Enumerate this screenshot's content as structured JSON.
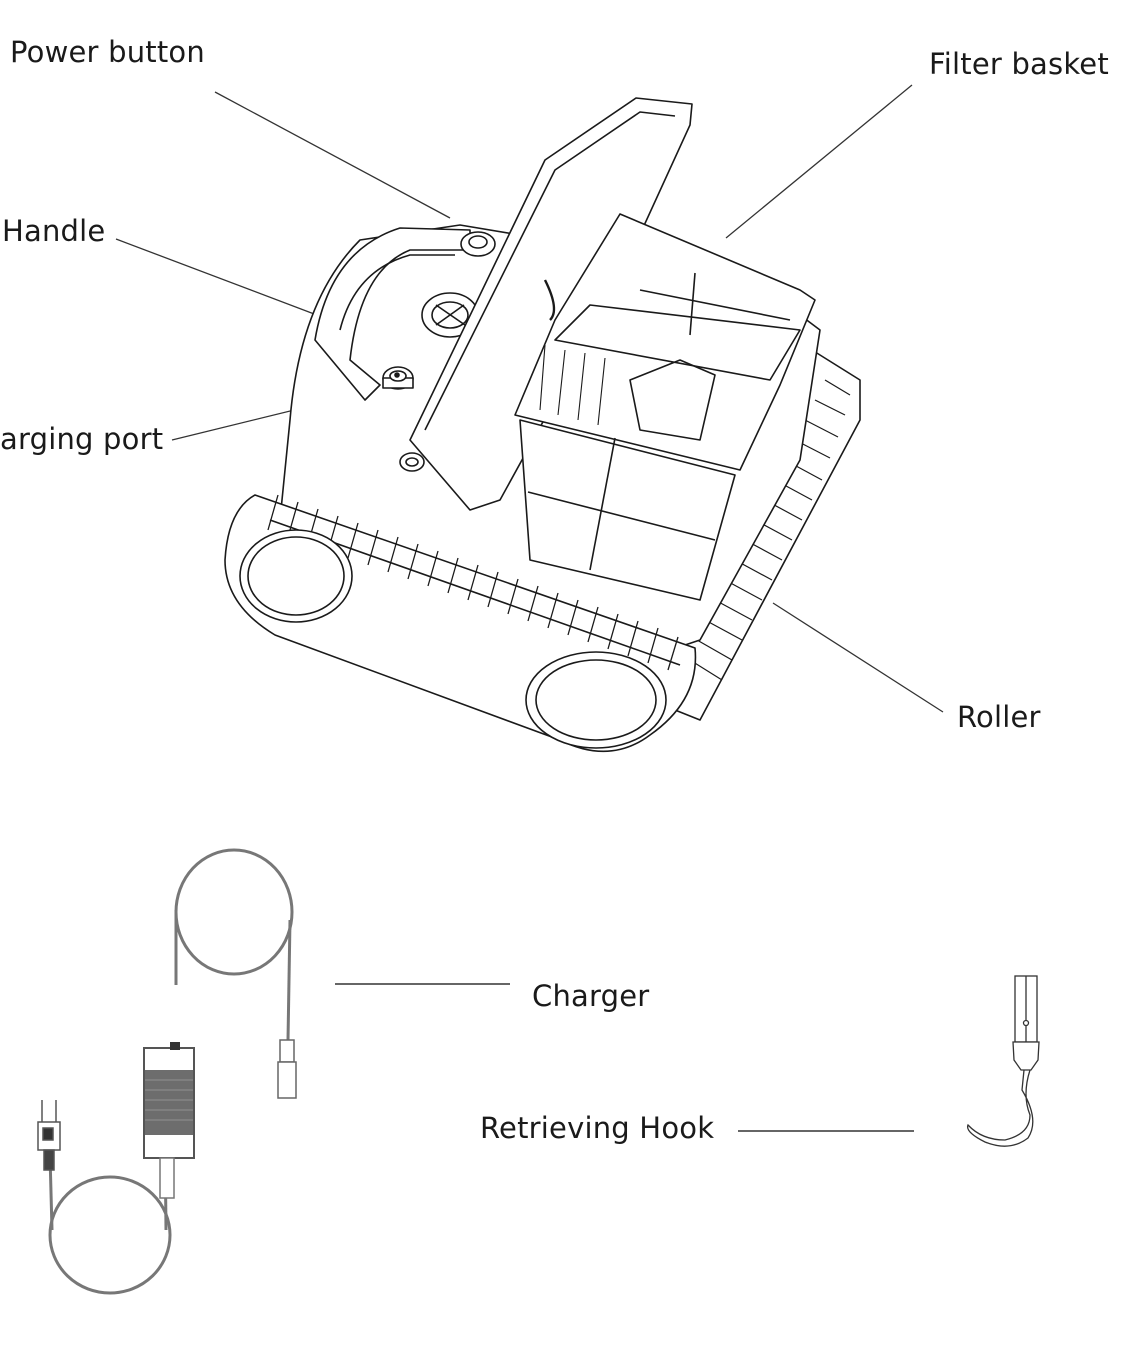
{
  "diagram": {
    "type": "product-parts-diagram",
    "colors": {
      "line": "#1a1a1a",
      "leader": "#333333",
      "charger_gray": "#777777",
      "text": "#1a1a1a"
    },
    "robot": {
      "name": "pool-cleaner-robot",
      "labels": {
        "power_button": "Power button",
        "filter_basket": "Filter basket",
        "handle": "Handle",
        "charging_port": "arging port",
        "roller": "Roller"
      }
    },
    "accessories": {
      "charger": "Charger",
      "retrieving_hook": "Retrieving Hook"
    }
  }
}
